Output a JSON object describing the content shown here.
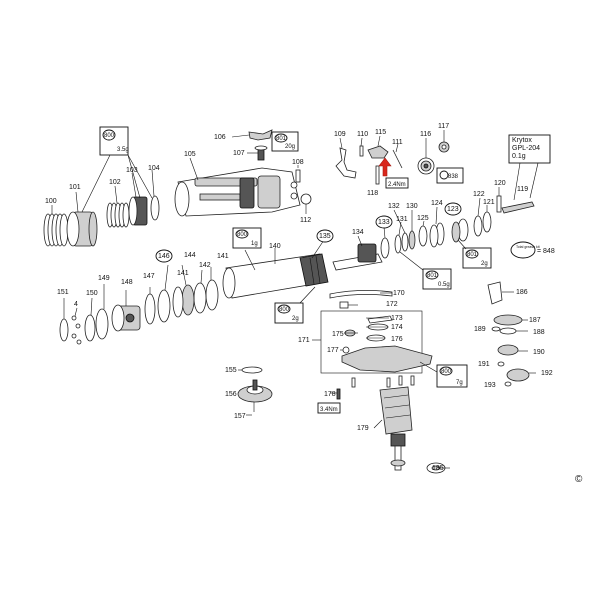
{
  "diagram": {
    "copyright": "©",
    "total_grease": "Total grease kit",
    "total_grease_value": "= 848",
    "krytox": [
      "Krytox",
      "GPL-204",
      "0.1g"
    ],
    "grease_boxes": [
      {
        "code": "800",
        "amount": "3.5g"
      },
      {
        "code": "801",
        "amount": "20g"
      },
      {
        "code": "838",
        "amount": ""
      },
      {
        "code": "800",
        "amount": "1g"
      },
      {
        "code": "801",
        "amount": "0.5g"
      },
      {
        "code": "801",
        "amount": "2g"
      },
      {
        "code": "800",
        "amount": "2g"
      },
      {
        "code": "800",
        "amount": "7g"
      }
    ],
    "torques": [
      "2.4Nm",
      "3.4Nm"
    ],
    "labels": {
      "p100": "100",
      "p101": "101",
      "p102": "102",
      "p103": "103",
      "p104": "104",
      "p105": "105",
      "p106": "106",
      "p107": "107",
      "p108": "108",
      "p109": "109",
      "p110": "110",
      "p111": "111",
      "p112": "112",
      "p115": "115",
      "p116": "116",
      "p117": "117",
      "p118": "118",
      "p119": "119",
      "p120": "120",
      "p121": "121",
      "p122": "122",
      "p123": "123",
      "p124": "124",
      "p125": "125",
      "p130": "130",
      "p131": "131",
      "p132": "132",
      "p133": "133",
      "p134": "134",
      "p135": "135",
      "p140": "140",
      "p141": "141",
      "p142": "142",
      "p144": "144",
      "p146": "146",
      "p147": "147",
      "p148": "148",
      "p149": "149",
      "p150": "150",
      "p151": "151",
      "p155": "155",
      "p156": "156",
      "p157": "157",
      "p170": "170",
      "p171": "171",
      "p172": "172",
      "p173": "173",
      "p174": "174",
      "p175": "175",
      "p176": "176",
      "p177": "177",
      "p178": "178",
      "p179": "179",
      "p185": "185",
      "p186": "186",
      "p187": "187",
      "p188": "188",
      "p189": "189",
      "p190": "190",
      "p191": "191",
      "p192": "192",
      "p193": "193",
      "p4": "4"
    }
  }
}
